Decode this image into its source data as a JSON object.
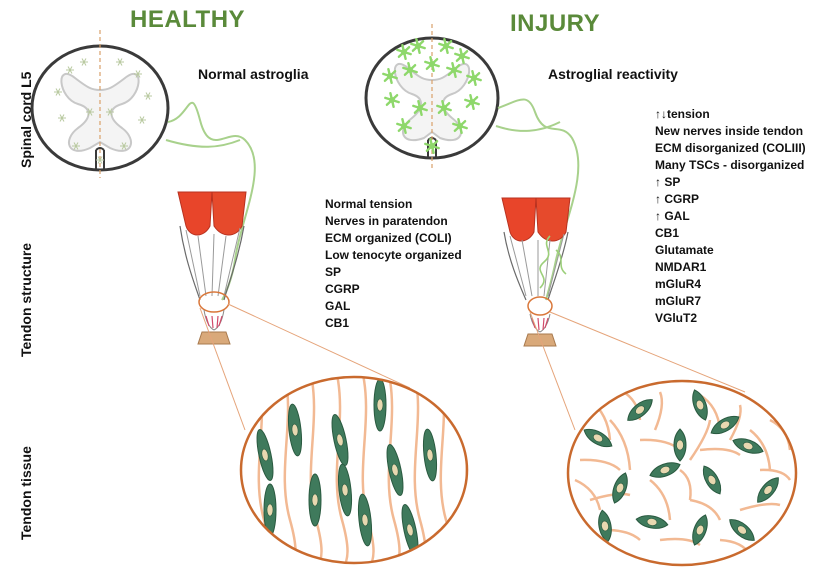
{
  "headers": {
    "healthy": "HEALTHY",
    "injury": "INJURY"
  },
  "row_labels": {
    "spinal": "Spinal cord L5",
    "structure": "Tendon structure",
    "tissue": "Tendon tissue"
  },
  "subtitles": {
    "healthy": "Normal astroglia",
    "injury": "Astroglial reactivity"
  },
  "healthy_list": [
    "Normal tension",
    "Nerves in paratendon",
    "ECM organized (COLI)",
    "Low tenocyte organized",
    "SP",
    "CGRP",
    "GAL",
    "CB1"
  ],
  "injury_list": [
    "↑↓tension",
    "New nerves inside tendon",
    "ECM disorganized (COLIII)",
    "Many TSCs - disorganized",
    "↑ SP",
    "↑ CGRP",
    "↑ GAL",
    "CB1",
    "Glutamate",
    "NMDAR1",
    "mGluR4",
    "mGluR7",
    "VGluT2"
  ],
  "colors": {
    "header_green": "#5a8a3a",
    "astro_green": "#8ed86b",
    "nerve_green": "#9ccf7a",
    "muscle_red": "#e8452a",
    "tendon_orange": "#d9773a",
    "fiber_peach": "#f2b993",
    "cell_green": "#3f7a5c",
    "bone_tan": "#d9a97a"
  }
}
